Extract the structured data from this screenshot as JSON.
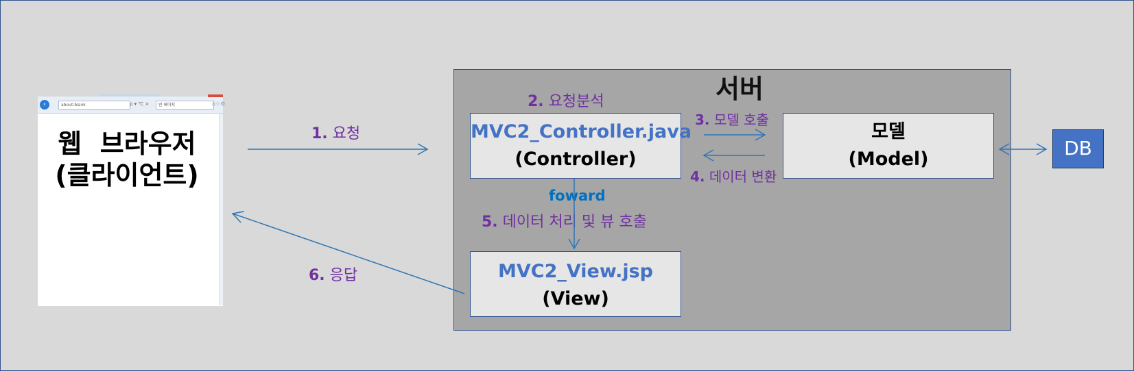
{
  "browser": {
    "label_line1": "웹  브라우저",
    "label_line2": "(클라이언트)",
    "address_text": "about:blank",
    "tab_text": "빈 페이지",
    "address_controls": "ρ ▾ ℃ ×"
  },
  "server": {
    "title": "서버"
  },
  "controller": {
    "filename": "MVC2_Controller.java",
    "role": "(Controller)"
  },
  "model": {
    "name": "모델",
    "role": "(Model)"
  },
  "view": {
    "filename": "MVC2_View.jsp",
    "role": "(View)"
  },
  "db": {
    "label": "DB"
  },
  "steps": {
    "s1": {
      "num": "1.",
      "text": "요청"
    },
    "s2": {
      "num": "2.",
      "text": "요청분석"
    },
    "s3": {
      "num": "3.",
      "text": "모델 호출"
    },
    "s4": {
      "num": "4.",
      "text": "데이터 변환"
    },
    "s5": {
      "num": "5.",
      "text": "데이터 처리 및 뷰 호출"
    },
    "s6": {
      "num": "6.",
      "text": "응답"
    },
    "forward": "foward"
  },
  "colors": {
    "background": "#d9d9d9",
    "server_fill": "#a6a6a6",
    "box_fill": "#e7e6e6",
    "outline": "#2f528f",
    "filename_blue": "#4472c4",
    "step_purple": "#7030a0",
    "forward_blue": "#0070c0",
    "db_fill": "#4472c4"
  }
}
